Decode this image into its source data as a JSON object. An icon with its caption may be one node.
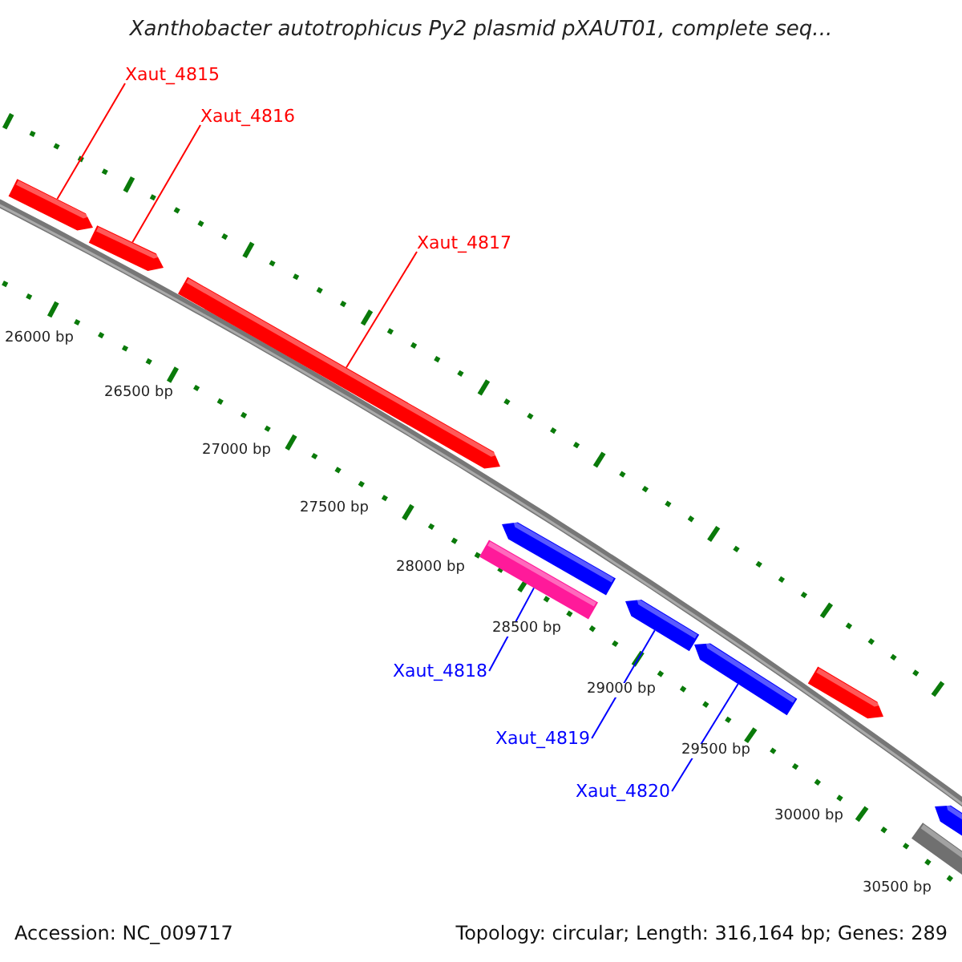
{
  "diagram": {
    "title": "Xanthobacter autotrophicus Py2 plasmid pXAUT01, complete seq...",
    "nodes": [
      {
        "text": [
          "Xaut_4815"
        ]
      },
      {
        "text": [
          "Xaut_4816"
        ]
      },
      {
        "text": [
          "Xaut_4817"
        ]
      },
      {
        "text": [
          "Xaut_4818"
        ]
      },
      {
        "text": [
          "Xaut_4819"
        ]
      },
      {
        "text": [
          "Xaut_4820"
        ]
      },
      {
        "text": [],
        "shape": "arrow"
      },
      {
        "text": [],
        "shape": "arrow"
      },
      {
        "text": [],
        "shape": "arrow"
      },
      {
        "text": [],
        "shape": "bar"
      },
      {
        "text": [],
        "shape": "arrow"
      },
      {
        "text": [],
        "shape": "arrow"
      },
      {
        "text": [],
        "shape": "arrow"
      },
      {
        "text": [],
        "shape": "arrow"
      },
      {
        "text": [],
        "shape": "bar"
      },
      {
        "text": [],
        "shape": "arrow"
      }
    ],
    "edges": [
      {
        "from": 0,
        "to": 6,
        "arrow": "none",
        "color": "#ff0000"
      },
      {
        "from": 1,
        "to": 7,
        "arrow": "none",
        "color": "#ff0000"
      },
      {
        "from": 2,
        "to": 8,
        "arrow": "none",
        "color": "#ff0000"
      },
      {
        "from": 3,
        "to": 9,
        "arrow": "none",
        "color": "#0000ff"
      },
      {
        "from": 4,
        "to": 11,
        "arrow": "none",
        "color": "#0000ff"
      },
      {
        "from": 5,
        "to": 12,
        "arrow": "none",
        "color": "#0000ff"
      }
    ],
    "labels": [
      "26000 bp",
      "26500 bp",
      "27000 bp",
      "27500 bp",
      "28000 bp",
      "28500 bp",
      "29000 bp",
      "29500 bp",
      "30000 bp",
      "30500 bp",
      "Accession: NC_009717",
      "Topology: circular; Length: 316,164 bp; Genes: 289"
    ]
  }
}
